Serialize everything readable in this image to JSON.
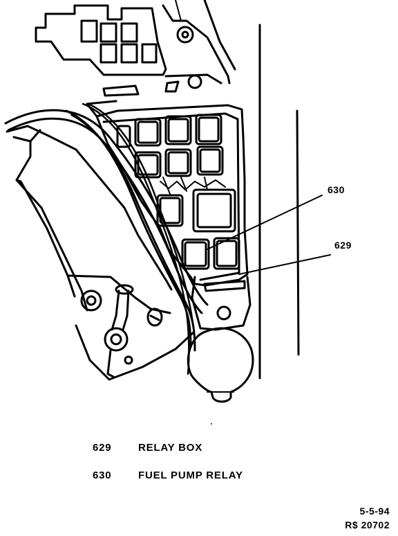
{
  "callouts": {
    "c630": "630",
    "c629": "629"
  },
  "legend": [
    {
      "number": "629",
      "label": "RELAY BOX"
    },
    {
      "number": "630",
      "label": "FUEL PUMP RELAY"
    }
  ],
  "footer": {
    "date": "5-5-94",
    "ref": "R$ 20702"
  }
}
